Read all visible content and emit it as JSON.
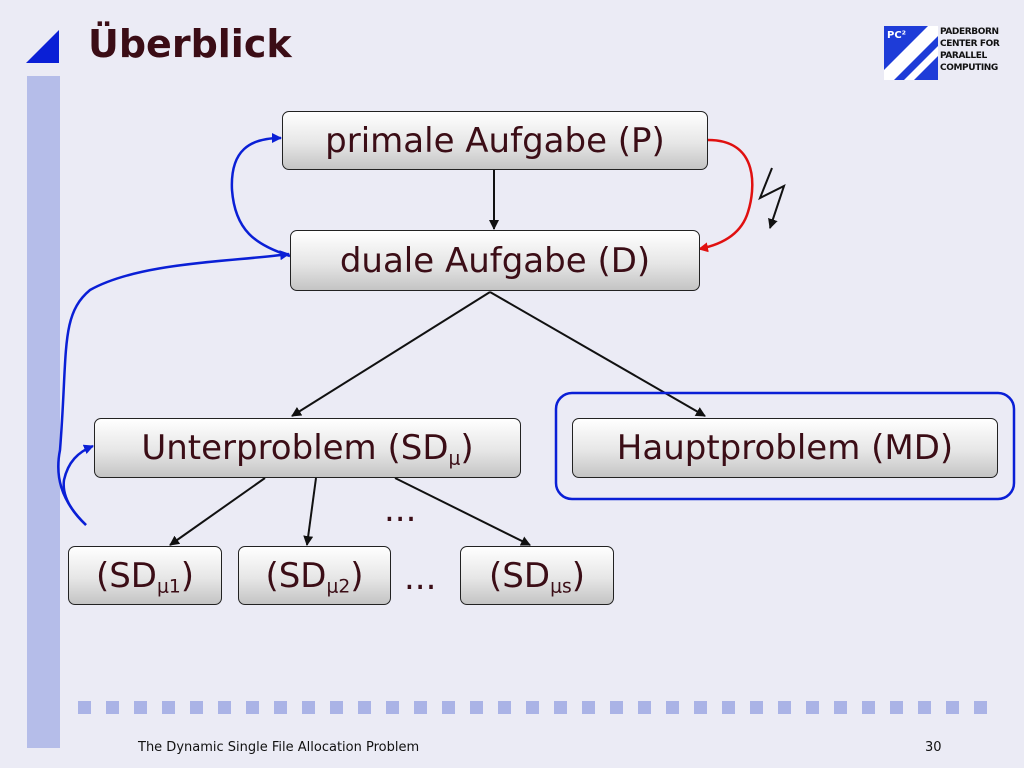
{
  "slide": {
    "title": "Überblick",
    "footer_left": "The Dynamic Single File Allocation Problem",
    "page_number": "30"
  },
  "logo": {
    "badge": "PC²",
    "lines": [
      "PADERBORN",
      "CENTER FOR",
      "PARALLEL",
      "COMPUTING"
    ]
  },
  "nodes": {
    "primal": "primale Aufgabe (P)",
    "dual": "duale Aufgabe (D)",
    "sub": {
      "text": "Unterproblem (SD",
      "sub": "μ",
      "close": ")"
    },
    "master": "Hauptproblem (MD)",
    "sd1": {
      "text": "(SD",
      "sub": "μ1",
      "close": ")"
    },
    "sd2": {
      "text": "(SD",
      "sub": "μ2",
      "close": ")"
    },
    "sds": {
      "text": "(SD",
      "sub": "μs",
      "close": ")"
    }
  },
  "ellipsis": "...",
  "ellipsis_inline": "...",
  "colors": {
    "accent_blue": "#0a1fd6",
    "contradiction_red": "#e01010",
    "sidebar": "#b5bde9"
  }
}
